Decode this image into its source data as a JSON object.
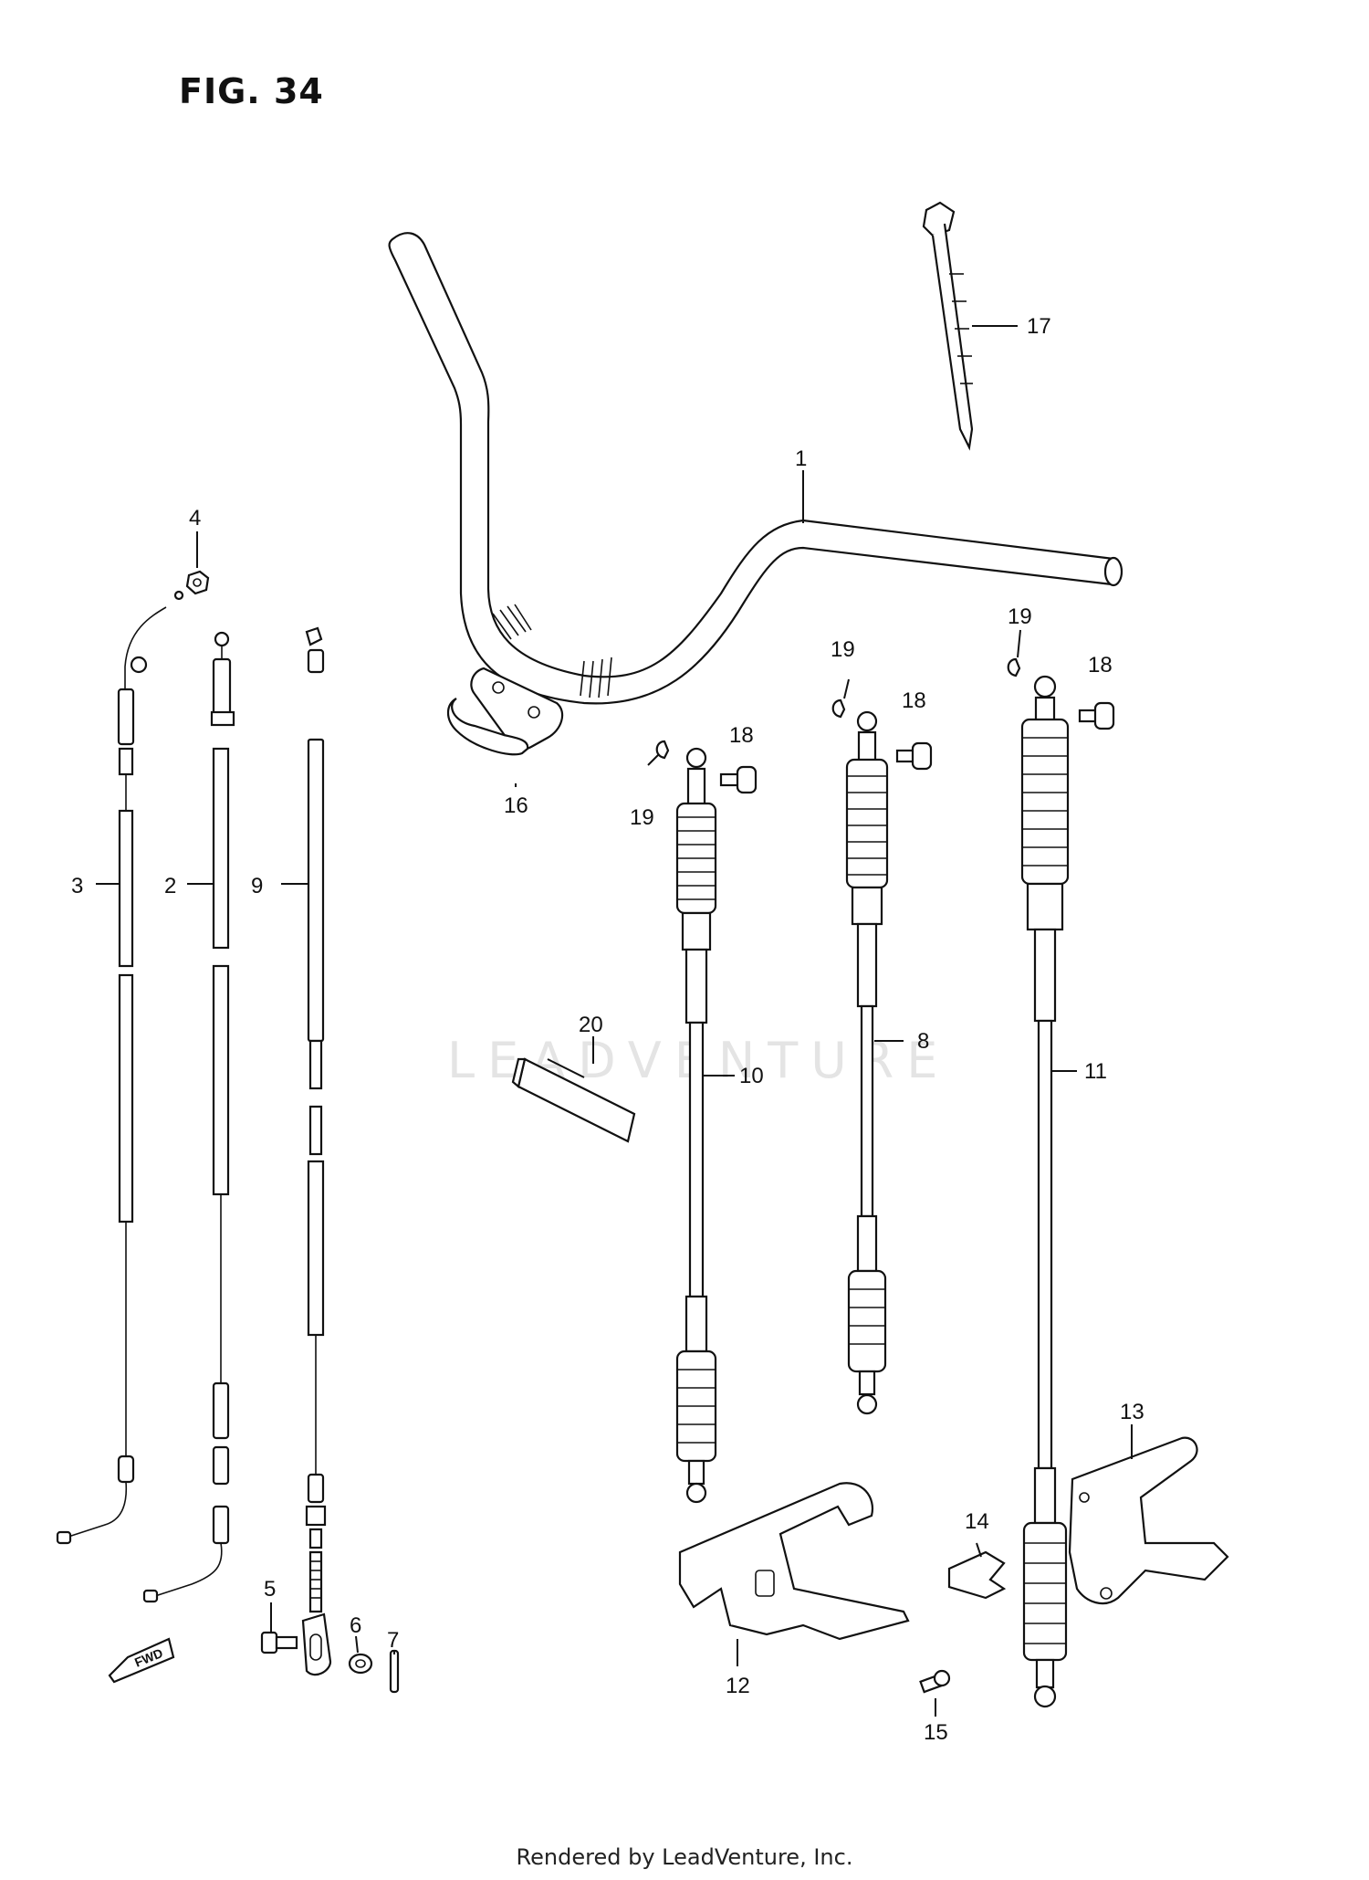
{
  "figure": {
    "title": "FIG. 34"
  },
  "watermark": "LEADVENTURE",
  "footer": "Rendered by LeadVenture, Inc.",
  "fwd_badge": "FWD",
  "callouts": [
    {
      "id": "1",
      "part": "handlebar"
    },
    {
      "id": "2",
      "part": "cable"
    },
    {
      "id": "3",
      "part": "cable"
    },
    {
      "id": "4",
      "part": "nut"
    },
    {
      "id": "5",
      "part": "bolt"
    },
    {
      "id": "6",
      "part": "washer"
    },
    {
      "id": "7",
      "part": "pin"
    },
    {
      "id": "8",
      "part": "control-cable"
    },
    {
      "id": "9",
      "part": "cable"
    },
    {
      "id": "10",
      "part": "control-cable"
    },
    {
      "id": "11",
      "part": "control-cable"
    },
    {
      "id": "12",
      "part": "bracket"
    },
    {
      "id": "13",
      "part": "bracket"
    },
    {
      "id": "14",
      "part": "clip"
    },
    {
      "id": "15",
      "part": "screw"
    },
    {
      "id": "16",
      "part": "clamp"
    },
    {
      "id": "17",
      "part": "cable-tie"
    },
    {
      "id": "18",
      "part": "pin"
    },
    {
      "id": "19",
      "part": "clip"
    },
    {
      "id": "20",
      "part": "pad"
    }
  ]
}
